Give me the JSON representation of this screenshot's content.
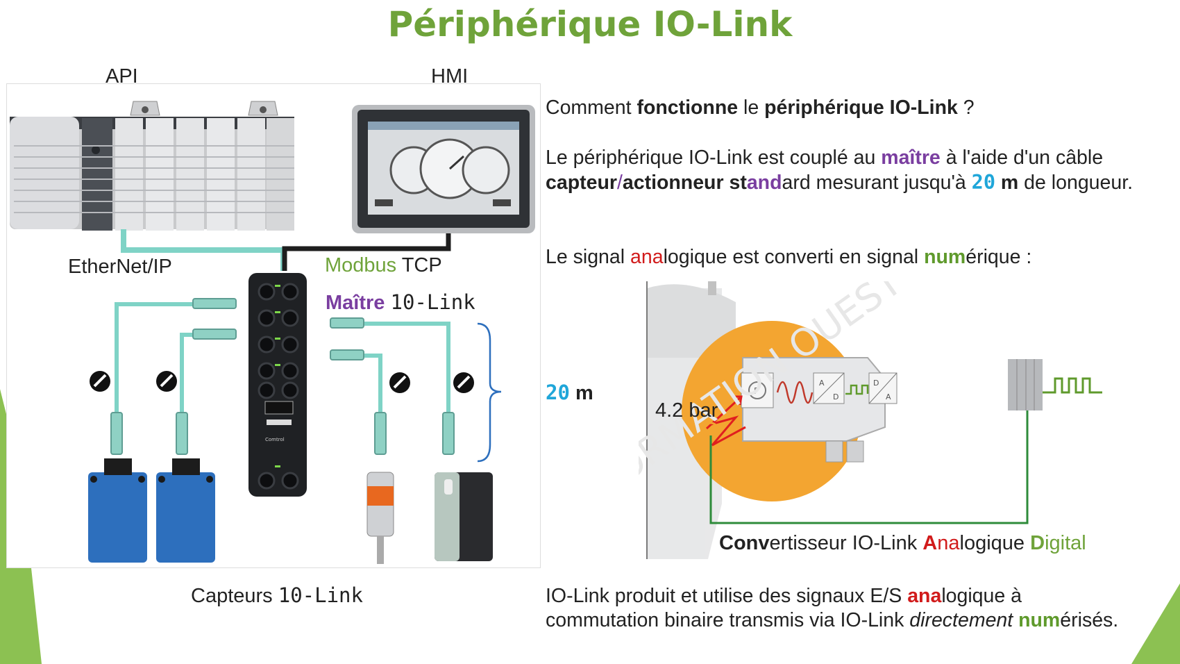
{
  "title": "Périphérique IO-Link",
  "network_diagram": {
    "api_label": "API",
    "hmi_label": "HMI",
    "ethernet_label": "EtherNet/IP",
    "modbus_label_1": "Modbus",
    "modbus_label_2": "TCP",
    "master_label_1": "Maître",
    "master_label_2": "10-Link",
    "master_brand": "Comtrol",
    "sensors_label_1": "Capteurs",
    "sensors_label_2": "10-Link",
    "length_value": "20",
    "length_unit": "m"
  },
  "text": {
    "q_pre": "Comment ",
    "q_b1": "fonctionne",
    "q_mid": " le ",
    "q_b2": "périphérique IO-Link",
    "q_post": " ?",
    "p1_a": "Le périphérique IO-Link est couplé au ",
    "p1_b": "maître",
    "p1_c": " à l'aide d'un câble",
    "p2_a": "capteur",
    "p2_b": "/",
    "p2_c": "actionneur st",
    "p2_d": "and",
    "p2_e": "ard mesurant jusqu'à ",
    "p2_f": "20",
    "p2_g": " m",
    "p2_h": " de longueur.",
    "s_a": "Le signal ",
    "s_b": "ana",
    "s_c": "logique est converti en signal ",
    "s_d": "num",
    "s_e": "érique :",
    "f1_a": "IO-Link produit et utilise des signaux E/S ",
    "f1_b": "ana",
    "f1_c": "logique à",
    "f2_a": "commutation binaire transmis via IO-Link ",
    "f2_b": "directement",
    "f2_c": " ",
    "f2_d": "num",
    "f2_e": "érisés."
  },
  "converter_diagram": {
    "pressure_label": "4.2 bar",
    "caption_1": "Conv",
    "caption_2": "ertisseur IO-Link ",
    "caption_3": "A",
    "caption_4": "na",
    "caption_5": "logique ",
    "caption_6": "D",
    "caption_7": "igital",
    "watermark": "FORMATION OUEST"
  },
  "colors": {
    "title_green": "#6fa33a",
    "cable_cyan": "#7fd3c6",
    "purple": "#7a3ea0",
    "cyan": "#1fa6d9",
    "red": "#d11b1b",
    "orange": "#f3a531",
    "sensor_blue": "#2d6fbd"
  }
}
